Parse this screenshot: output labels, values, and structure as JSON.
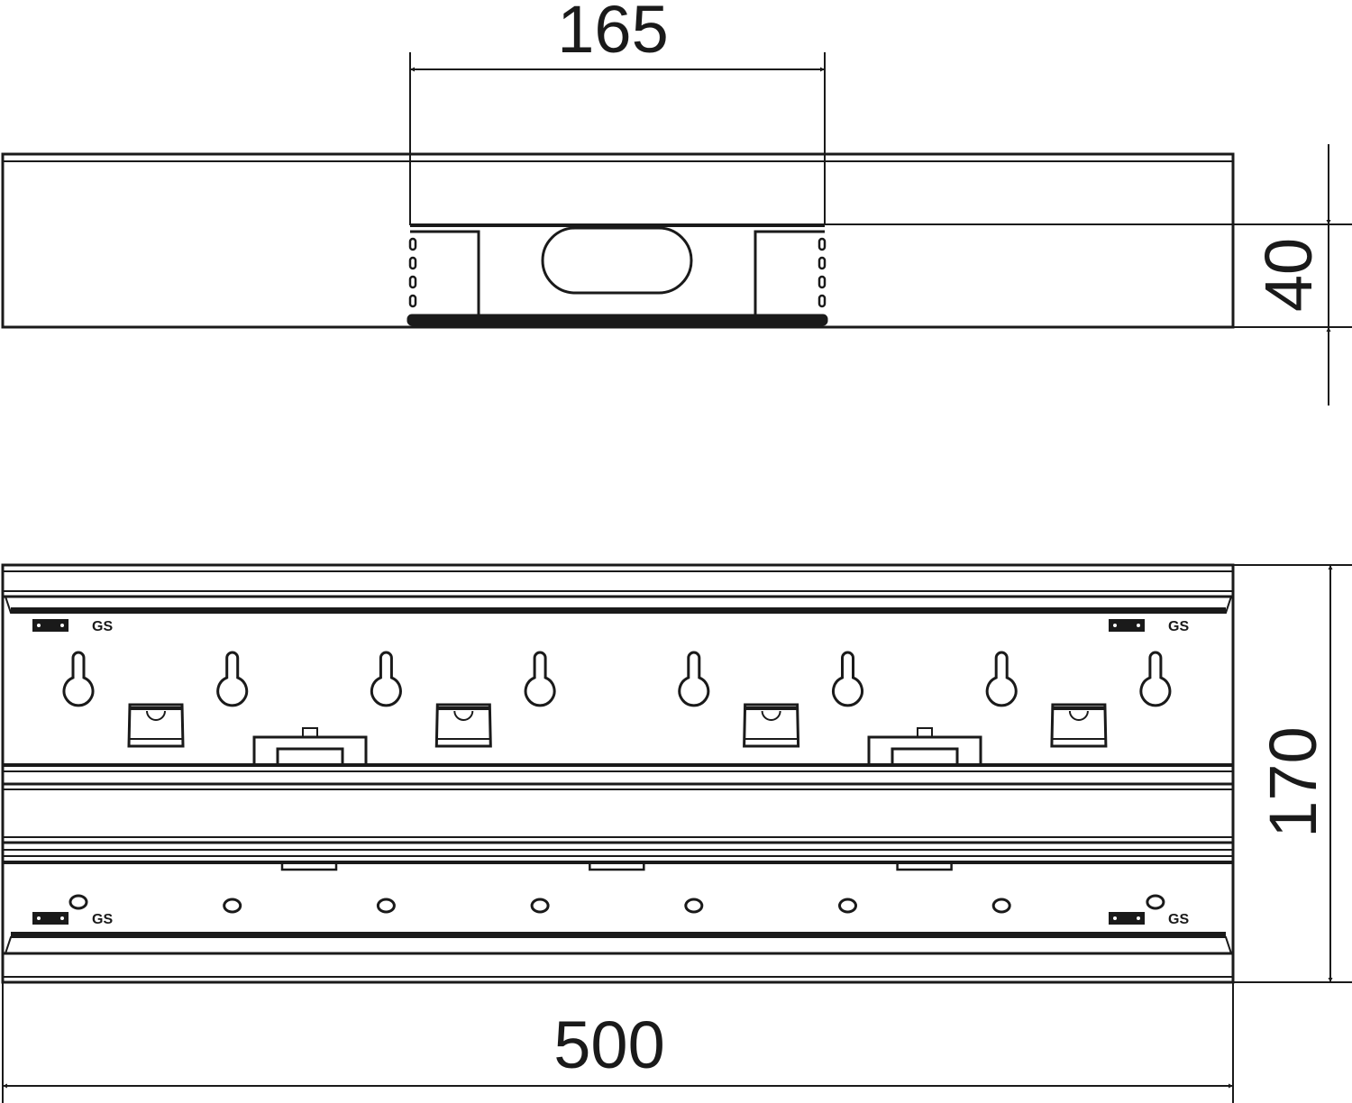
{
  "dimensions": {
    "insert_width": "165",
    "height": "40",
    "depth": "170",
    "length": "500"
  },
  "markings": {
    "mark": "GS"
  },
  "colors": {
    "line": "#1a1a1a",
    "background": "#ffffff"
  },
  "counts": {
    "keyholes": 8,
    "clips": 4,
    "latches": 2,
    "round_holes": 8,
    "slots": 3
  }
}
